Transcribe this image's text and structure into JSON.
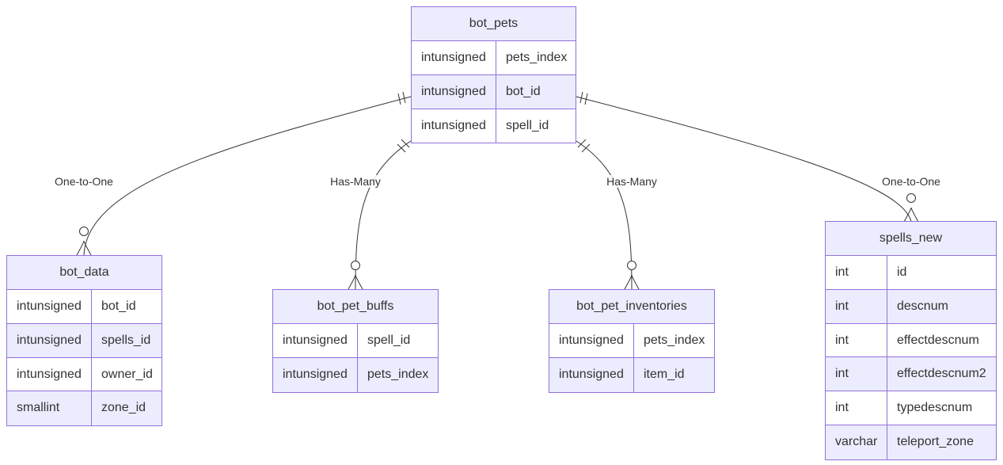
{
  "entities": {
    "bot_pets": {
      "name": "bot_pets",
      "attributes": [
        {
          "type": "intunsigned",
          "name": "pets_index"
        },
        {
          "type": "intunsigned",
          "name": "bot_id"
        },
        {
          "type": "intunsigned",
          "name": "spell_id"
        }
      ]
    },
    "bot_data": {
      "name": "bot_data",
      "attributes": [
        {
          "type": "intunsigned",
          "name": "bot_id"
        },
        {
          "type": "intunsigned",
          "name": "spells_id"
        },
        {
          "type": "intunsigned",
          "name": "owner_id"
        },
        {
          "type": "smallint",
          "name": "zone_id"
        }
      ]
    },
    "bot_pet_buffs": {
      "name": "bot_pet_buffs",
      "attributes": [
        {
          "type": "intunsigned",
          "name": "spell_id"
        },
        {
          "type": "intunsigned",
          "name": "pets_index"
        }
      ]
    },
    "bot_pet_inventories": {
      "name": "bot_pet_inventories",
      "attributes": [
        {
          "type": "intunsigned",
          "name": "pets_index"
        },
        {
          "type": "intunsigned",
          "name": "item_id"
        }
      ]
    },
    "spells_new": {
      "name": "spells_new",
      "attributes": [
        {
          "type": "int",
          "name": "id"
        },
        {
          "type": "int",
          "name": "descnum"
        },
        {
          "type": "int",
          "name": "effectdescnum"
        },
        {
          "type": "int",
          "name": "effectdescnum2"
        },
        {
          "type": "int",
          "name": "typedescnum"
        },
        {
          "type": "varchar",
          "name": "teleport_zone"
        }
      ]
    }
  },
  "relationships": [
    {
      "from": "bot_pets",
      "to": "bot_data",
      "label": "One-to-One",
      "from_cardinality": "exactly-one",
      "to_cardinality": "zero-or-many"
    },
    {
      "from": "bot_pets",
      "to": "bot_pet_buffs",
      "label": "Has-Many",
      "from_cardinality": "exactly-one",
      "to_cardinality": "zero-or-many"
    },
    {
      "from": "bot_pets",
      "to": "bot_pet_inventories",
      "label": "Has-Many",
      "from_cardinality": "exactly-one",
      "to_cardinality": "zero-or-many"
    },
    {
      "from": "bot_pets",
      "to": "spells_new",
      "label": "One-to-One",
      "from_cardinality": "exactly-one",
      "to_cardinality": "zero-or-many"
    }
  ],
  "colors": {
    "border": "#9370DB",
    "header_fill": "#ECECFF",
    "alt_row_fill": "#ECECFF",
    "text": "#333333",
    "edge": "#333333"
  }
}
